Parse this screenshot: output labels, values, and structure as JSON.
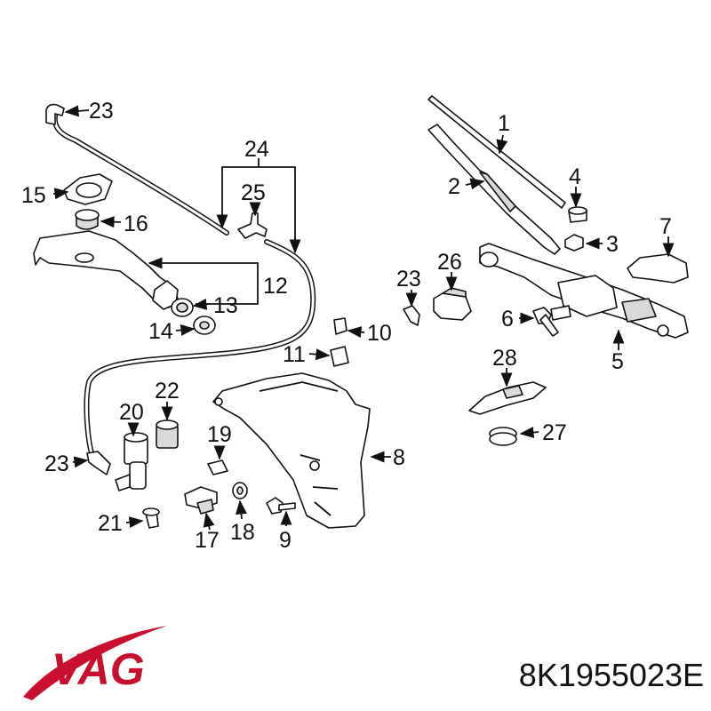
{
  "callouts": {
    "c1": "1",
    "c2": "2",
    "c3": "3",
    "c4": "4",
    "c5": "5",
    "c6": "6",
    "c7": "7",
    "c8": "8",
    "c9": "9",
    "c10": "10",
    "c11": "11",
    "c12": "12",
    "c13": "13",
    "c14": "14",
    "c15": "15",
    "c16": "16",
    "c17": "17",
    "c18": "18",
    "c19": "19",
    "c20": "20",
    "c21": "21",
    "c22": "22",
    "c23a": "23",
    "c23b": "23",
    "c23c": "23",
    "c24": "24",
    "c25": "25",
    "c26": "26",
    "c27": "27",
    "c28": "28"
  },
  "brand": {
    "name": "VAG",
    "color": "#c8102e"
  },
  "part_number": "8K1955023E"
}
